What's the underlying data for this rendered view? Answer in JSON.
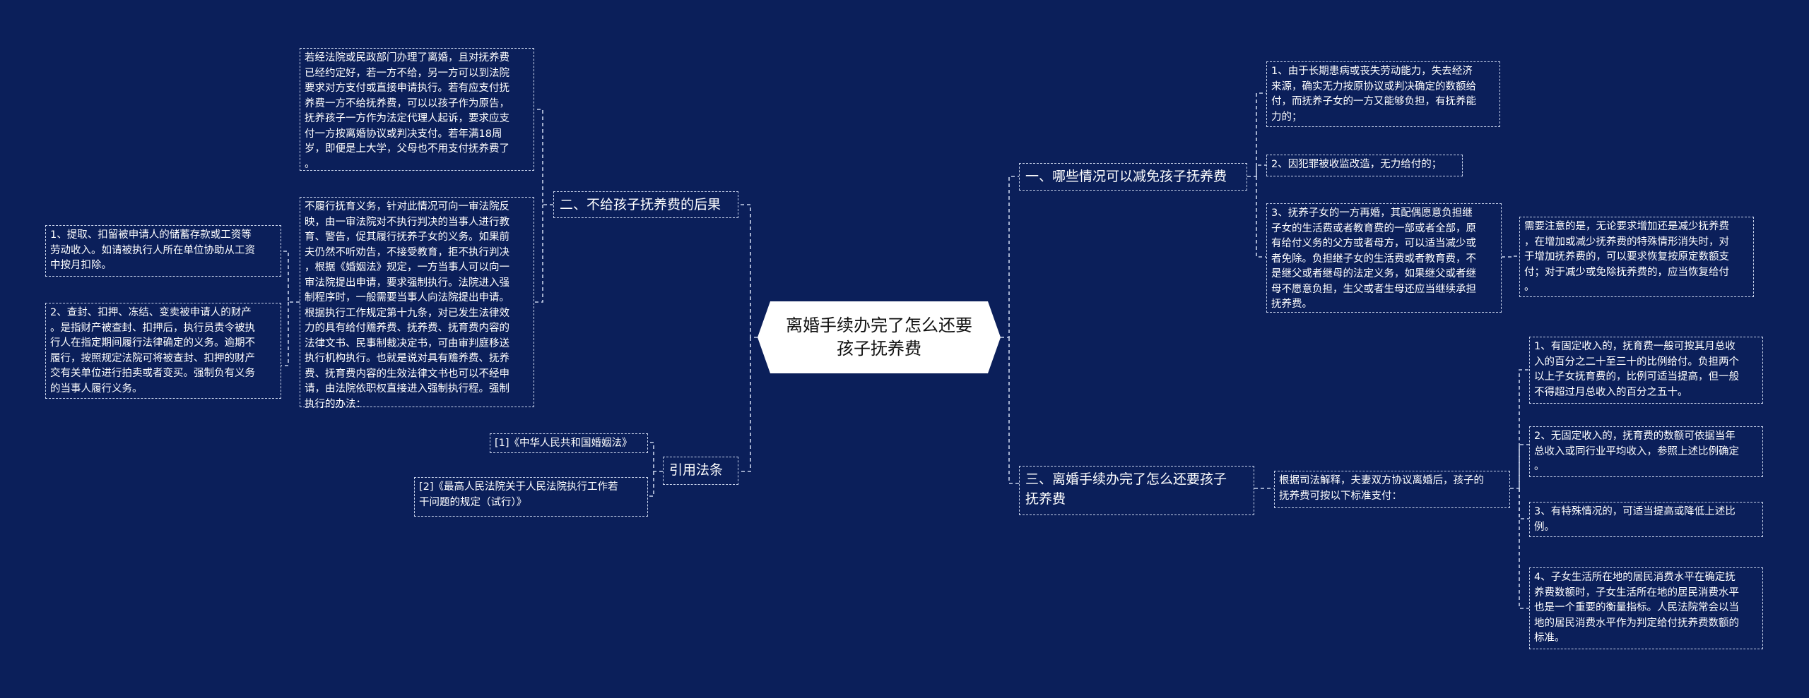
{
  "root": {
    "title": "离婚手续办完了怎么还要\n孩子抚养费"
  },
  "branches": {
    "consequences": {
      "title": "二、不给孩子抚养费的后果",
      "leaf_a": "若经法院或民政部门办理了离婚，且对抚养费\n已经约定好，若一方不给，另一方可以到法院\n要求对方支付或直接申请执行。若有应支付抚\n养费一方不给抚养费，可以以孩子作为原告，\n抚养孩子一方作为法定代理人起诉，要求应支\n付一方按离婚协议或判决支付。若年满18周\n岁，即便是上大学，父母也不用支付抚养费了\n。",
      "leaf_b": "不履行抚育义务，针对此情况可向一审法院反\n映，由一审法院对不执行判决的当事人进行教\n育、警告，促其履行抚养子女的义务。如果前\n夫仍然不听劝告，不接受教育，拒不执行判决\n，根据《婚姻法》规定，一方当事人可以向一\n审法院提出申请，要求强制执行。法院进入强\n制程序时，一般需要当事人向法院提出申请。\n根据执行工作规定第十九条，对已发生法律效\n力的具有给付赡养费、抚养费、抚育费内容的\n法律文书、民事制裁决定书，可由审判庭移送\n执行机构执行。也就是说对具有赡养费、抚养\n费、抚育费内容的生效法律文书也可以不经申\n请，由法院依职权直接进入强制执行程。强制\n执行的办法：",
      "sub1": "1、提取、扣留被申请人的储蓄存款或工资等\n劳动收入。如请被执行人所在单位协助从工资\n中按月扣除。",
      "sub2": "2、查封、扣押、冻结、变卖被申请人的财产\n。是指财产被查封、扣押后，执行员责令被执\n行人在指定期间履行法律确定的义务。逾期不\n履行，按照规定法院可将被查封、扣押的财产\n交有关单位进行拍卖或者变买。强制负有义务\n的当事人履行义务。"
    },
    "laws": {
      "title": "引用法条",
      "law1": "[1]《中华人民共和国婚姻法》",
      "law2": "[2]《最高人民法院关于人民法院执行工作若\n干问题的规定（试行）》"
    },
    "reduce": {
      "title": "一、哪些情况可以减免孩子抚养费",
      "item1": "1、由于长期患病或丧失劳动能力，失去经济\n来源，确实无力按原协议或判决确定的数额给\n付，而抚养子女的一方又能够负担，有抚养能\n力的；",
      "item2": "2、因犯罪被收监改造，无力给付的；",
      "item3": "3、抚养子女的一方再婚，其配偶愿意负担继\n子女的生活费或者教育费的一部或者全部，原\n有给付义务的父方或者母方，可以适当减少或\n者免除。负担继子女的生活费或者教育费，不\n是继父或者继母的法定义务，如果继父或者继\n母不愿意负担，生父或者生母还应当继续承担\n抚养费。",
      "note": "需要注意的是，无论要求增加还是减少抚养费\n，在增加或减少抚养费的特殊情形消失时，对\n于增加抚养费的，可以要求恢复按原定数额支\n付；对于减少或免除抚养费的，应当恢复给付\n。"
    },
    "standard": {
      "title": "三、离婚手续办完了怎么还要孩子\n抚养费",
      "mid": "根据司法解释，夫妻双方协议离婚后，孩子的\n抚养费可按以下标准支付：",
      "s1": "1、有固定收入的，抚育费一般可按其月总收\n入的百分之二十至三十的比例给付。负担两个\n以上子女抚育费的，比例可适当提高，但一般\n不得超过月总收入的百分之五十。",
      "s2": "2、无固定收入的，抚育费的数额可依据当年\n总收入或同行业平均收入，参照上述比例确定\n。",
      "s3": "3、有特殊情况的，可适当提高或降低上述比\n例。",
      "s4": "4、子女生活所在地的居民消费水平在确定抚\n养费数额时，子女生活所在地的居民消费水平\n也是一个重要的衡量指标。人民法院常会以当\n地的居民消费水平作为判定给付抚养费数额的\n标准。"
    }
  },
  "colors": {
    "background": "#0b1f5a",
    "line": "#c8d2ea",
    "root_fill": "#ffffff"
  }
}
